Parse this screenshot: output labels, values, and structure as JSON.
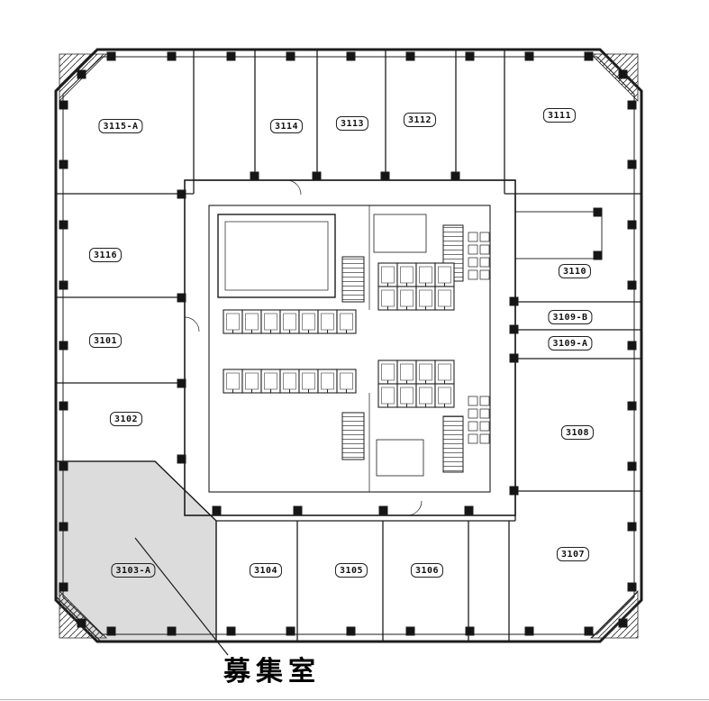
{
  "plan": {
    "annotation_label": "募集室",
    "vacant_fill": "#dcdcdc",
    "line_color": "#1c1c1c",
    "background": "#ffffff"
  },
  "rooms": [
    {
      "id": "3115-A"
    },
    {
      "id": "3114"
    },
    {
      "id": "3113"
    },
    {
      "id": "3112"
    },
    {
      "id": "3111"
    },
    {
      "id": "3116"
    },
    {
      "id": "3101"
    },
    {
      "id": "3102"
    },
    {
      "id": "3110"
    },
    {
      "id": "3109-B"
    },
    {
      "id": "3109-A"
    },
    {
      "id": "3108"
    },
    {
      "id": "3103-A"
    },
    {
      "id": "3104"
    },
    {
      "id": "3105"
    },
    {
      "id": "3106"
    },
    {
      "id": "3107"
    }
  ]
}
